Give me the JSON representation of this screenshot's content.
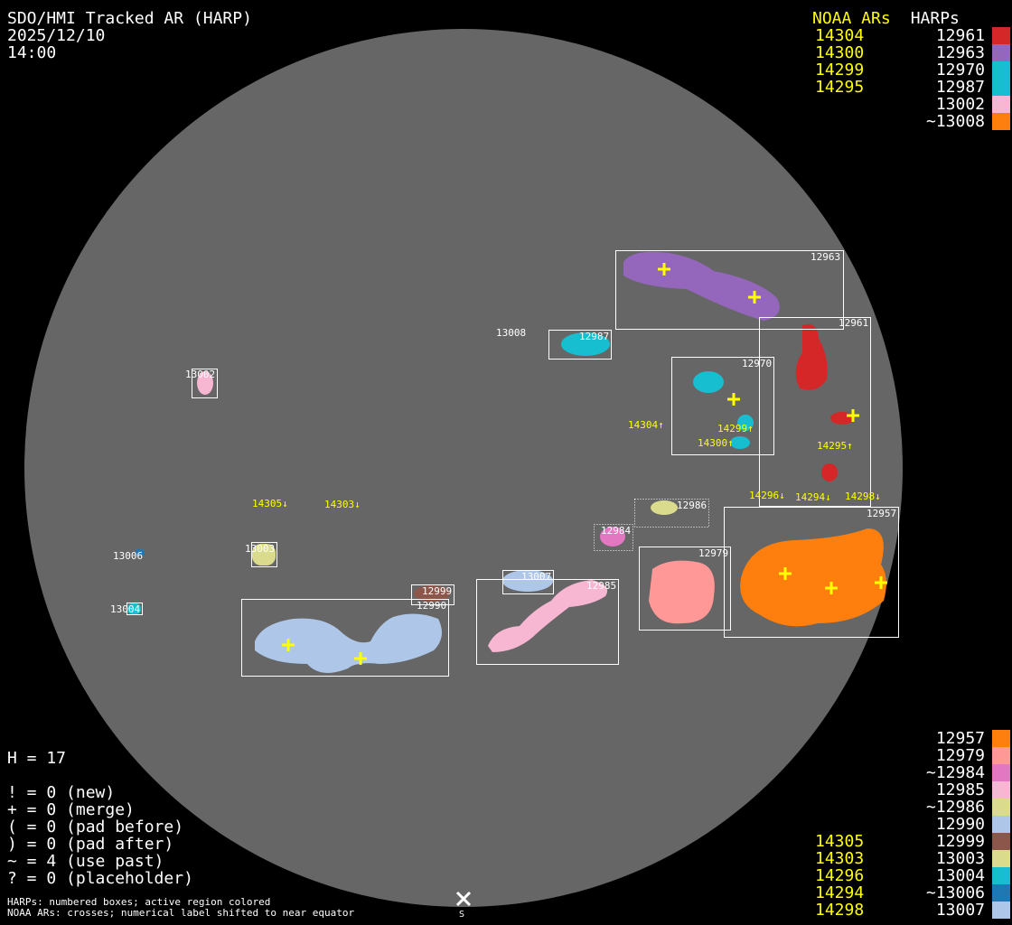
{
  "header": {
    "title": "SDO/HMI Tracked AR (HARP)",
    "date": "2025/12/10",
    "time": "14:00"
  },
  "top_legend": {
    "noaa_header": "NOAA ARs",
    "harp_header": "HARPs",
    "rows": [
      {
        "noaa": "14304",
        "harp": "12961",
        "color": "#d62728"
      },
      {
        "noaa": "14300",
        "harp": "12963",
        "color": "#9467bd"
      },
      {
        "noaa": "14299",
        "harp": "12970",
        "color": "#17becf"
      },
      {
        "noaa": "14295",
        "harp": "12987",
        "color": "#17becf"
      },
      {
        "noaa": "",
        "harp": "13002",
        "color": "#f7b6d2"
      },
      {
        "noaa": "",
        "harp": "~13008",
        "color": "#ff7f0e"
      }
    ]
  },
  "bottom_legend": {
    "rows": [
      {
        "noaa": "",
        "harp": "12957",
        "color": "#ff7f0e"
      },
      {
        "noaa": "",
        "harp": "12979",
        "color": "#ff9896"
      },
      {
        "noaa": "",
        "harp": "~12984",
        "color": "#e377c2"
      },
      {
        "noaa": "",
        "harp": "12985",
        "color": "#f7b6d2"
      },
      {
        "noaa": "",
        "harp": "~12986",
        "color": "#dbdb8d"
      },
      {
        "noaa": "",
        "harp": "12990",
        "color": "#aec7e8"
      },
      {
        "noaa": "14305",
        "harp": "12999",
        "color": "#8c564b"
      },
      {
        "noaa": "14303",
        "harp": "13003",
        "color": "#dbdb8d"
      },
      {
        "noaa": "14296",
        "harp": "13004",
        "color": "#17becf"
      },
      {
        "noaa": "14294",
        "harp": "~13006",
        "color": "#1f77b4"
      },
      {
        "noaa": "14298",
        "harp": "13007",
        "color": "#aec7e8"
      }
    ]
  },
  "stats": {
    "h": "H = 17",
    "lines": [
      "! = 0 (new)",
      "+ = 0 (merge)",
      "( = 0 (pad before)",
      ") = 0 (pad after)",
      "~ = 4 (use past)",
      "? = 0 (placeholder)"
    ]
  },
  "footer": {
    "line1": "HARPs: numbered boxes; active region colored",
    "line2": "NOAA ARs: crosses; numerical label shifted to near equator",
    "south": "S"
  },
  "harp_labels": {
    "h12963": "12963",
    "h12961": "12961",
    "h12970": "12970",
    "h12987": "12987",
    "h13008": "13008",
    "h13002": "13002",
    "h12986": "12986",
    "h12984": "12984",
    "h12979": "12979",
    "h12957": "12957",
    "h13007": "13007",
    "h12985": "12985",
    "h12999": "12999",
    "h12990": "12990",
    "h13003": "13003",
    "h13004": "13004",
    "h13006": "13006"
  },
  "noaa_labels": {
    "n14304": "14304↑",
    "n14299": "14299↑",
    "n14300": "14300↑",
    "n14295": "14295↑",
    "n14296": "14296↓",
    "n14294": "14294↓",
    "n14298": "14298↓",
    "n14305": "14305↓",
    "n14303": "14303↓"
  }
}
